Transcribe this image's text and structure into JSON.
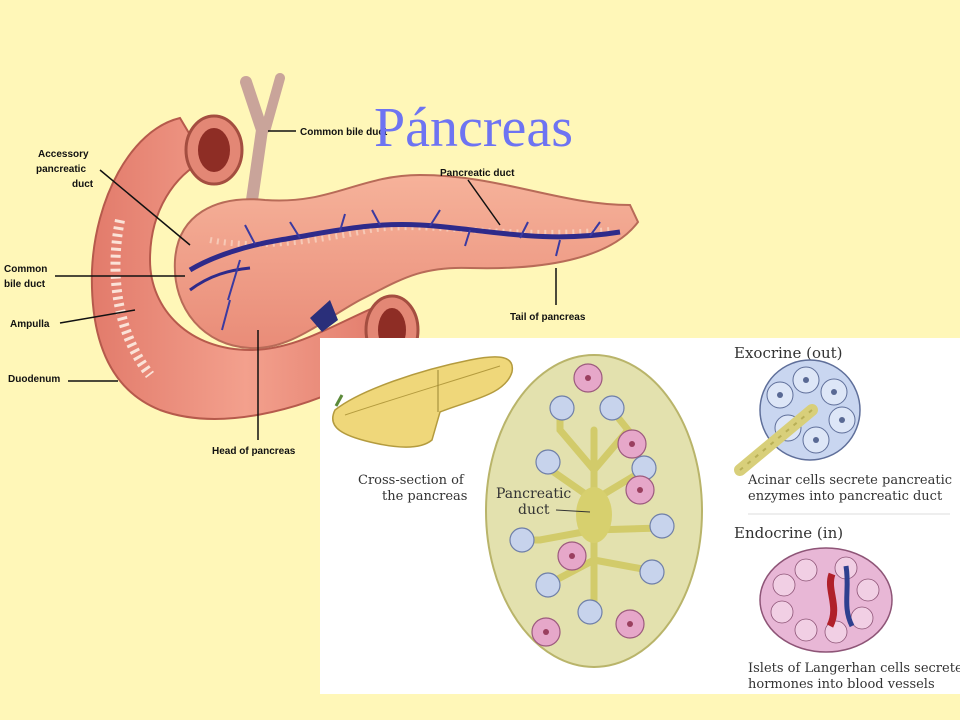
{
  "slide": {
    "title": "Páncreas",
    "background": "#FFF7B8",
    "title_color": "#6E74F2"
  },
  "anatomy": {
    "labels": {
      "common_bile_duct_top": "Common bile duct",
      "accessory_line1": "Accessory",
      "accessory_line2": "pancreatic",
      "accessory_line3": "duct",
      "pancreatic_duct": "Pancreatic duct",
      "common_bile_duct_left_line1": "Common",
      "common_bile_duct_left_line2": "bile duct",
      "ampulla": "Ampulla",
      "duodenum": "Duodenum",
      "tail": "Tail of pancreas",
      "head": "Head of pancreas"
    }
  },
  "cross_section": {
    "label_line1": "Cross-section of",
    "label_line2": "the pancreas",
    "duct_line1": "Pancreatic",
    "duct_line2": "duct",
    "exocrine_title": "Exocrine (out)",
    "exocrine_caption_line1": "Acinar cells secrete pancreatic",
    "exocrine_caption_line2": "enzymes into pancreatic duct",
    "endocrine_title": "Endocrine (in)",
    "endocrine_caption_line1": "Islets of Langerhan cells secrete",
    "endocrine_caption_line2": "hormones into blood vessels"
  }
}
